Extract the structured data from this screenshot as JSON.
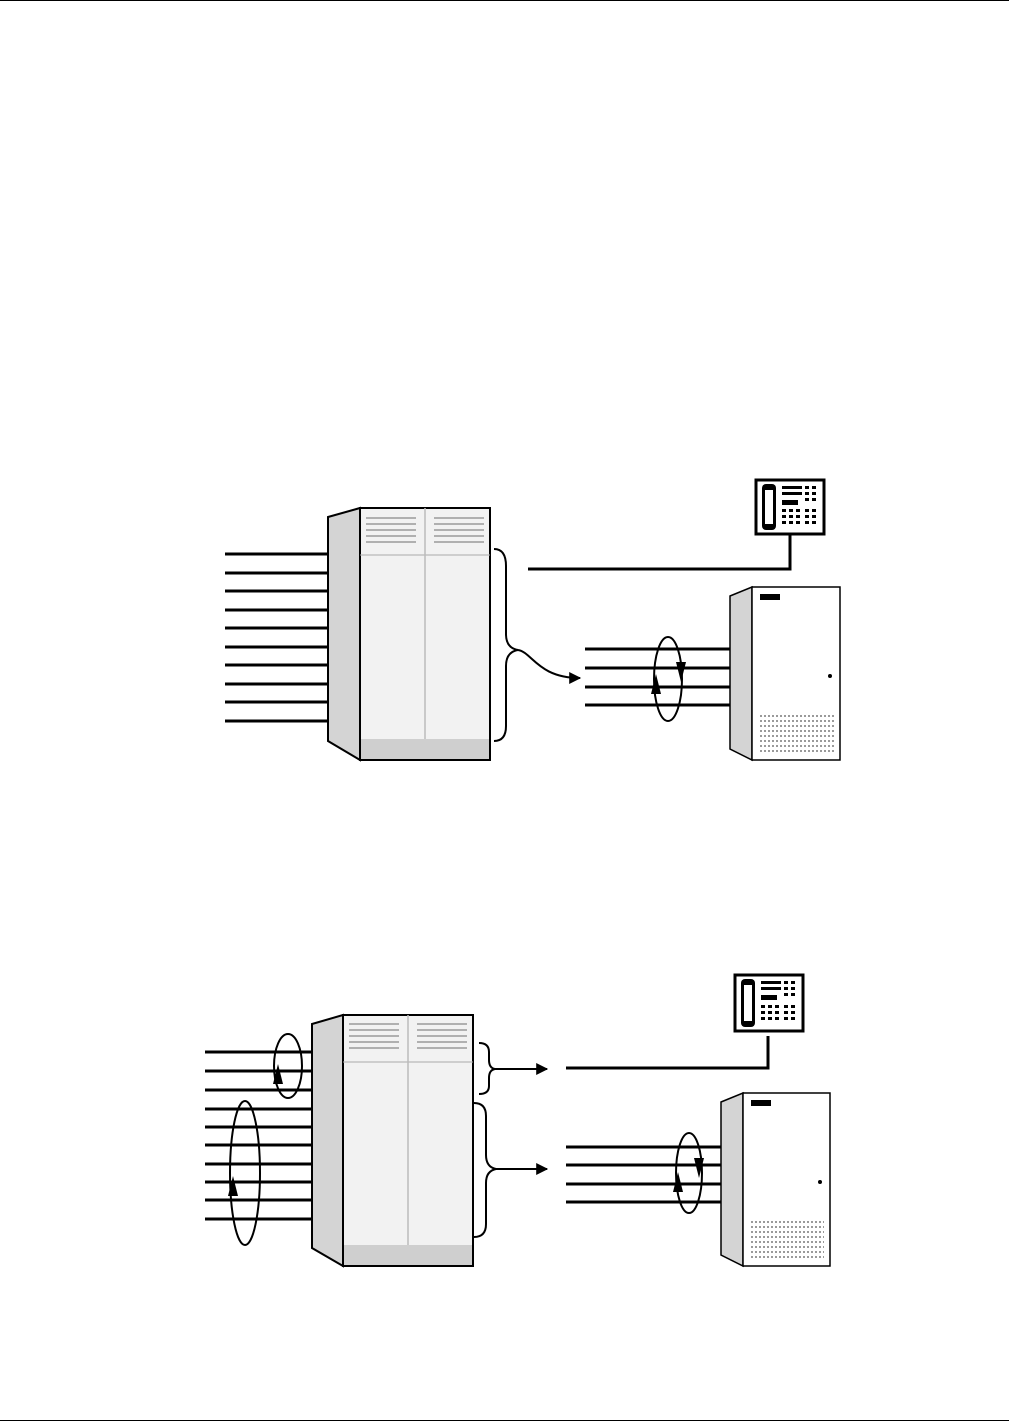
{
  "colors": {
    "ink": "#000000",
    "cabinet_front": "#f2f2f2",
    "cabinet_side": "#d4d4d4",
    "cabinet_base": "#cfcfcf",
    "page_rule": "#000000"
  },
  "icons": {
    "telephone": "telephone-icon",
    "switch_cabinet": "switch-cabinet-icon",
    "server_cabinet": "server-cabinet-icon",
    "rotation_arrow": "rotation-arrow-icon"
  },
  "figures": [
    {
      "id": "figure-1",
      "trunk_lines_into_switch": 10,
      "lines_into_server": 4,
      "phone_lines": 1,
      "rotation_groups": [
        {
          "target": "server-lines",
          "count": 1
        }
      ]
    },
    {
      "id": "figure-2",
      "trunk_lines_into_switch": 10,
      "lines_into_server": 4,
      "phone_lines": 1,
      "rotation_groups": [
        {
          "target": "trunk-lines-upper",
          "count": 1
        },
        {
          "target": "trunk-lines-lower",
          "count": 1
        },
        {
          "target": "server-lines",
          "count": 1
        }
      ]
    }
  ]
}
